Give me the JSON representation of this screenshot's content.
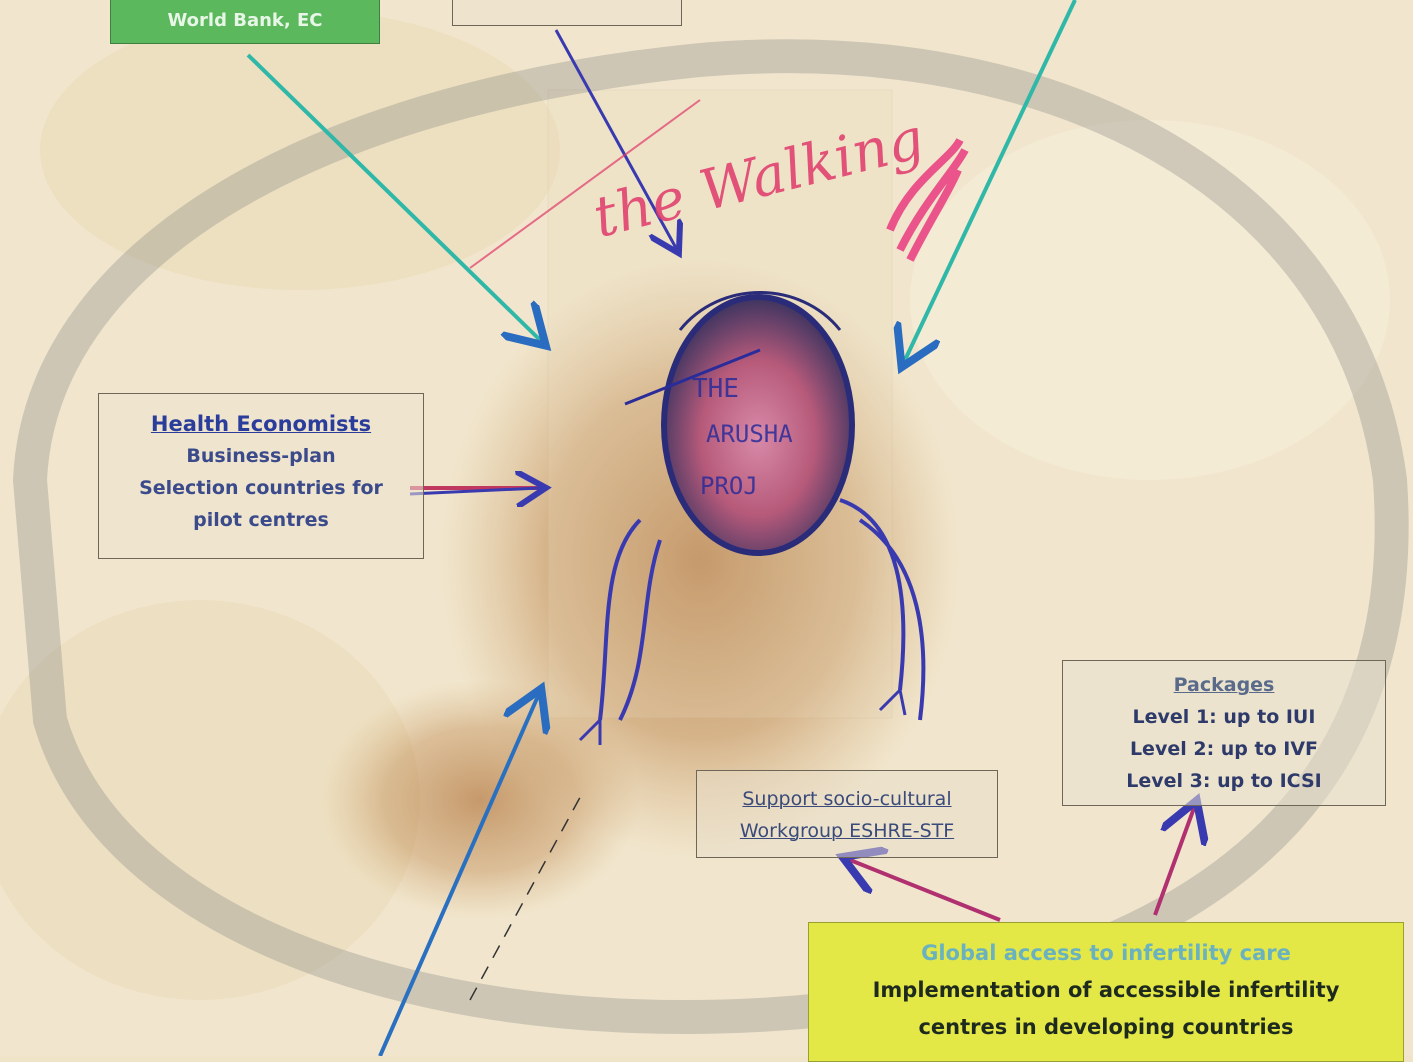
{
  "boxes": {
    "funding": {
      "lines": [
        "World Bank, EC"
      ]
    },
    "economists": {
      "heading": "Health Economists",
      "lines": [
        "Business-plan",
        "Selection countries for",
        "pilot centres"
      ]
    },
    "support": {
      "lines": [
        "Support socio-cultural",
        "Workgroup ESHRE-STF"
      ]
    },
    "packages": {
      "heading": "Packages",
      "lines": [
        "Level 1: up to IUI",
        "Level 2: up to IVF",
        "Level 3:  up to ICSI"
      ]
    },
    "goal": {
      "heading": "Global access to infertility care",
      "lines": [
        "Implementation of  accessible infertility",
        "centres in developing countries"
      ]
    }
  },
  "handwriting": {
    "title": "the Walking",
    "egg_lines": [
      "THE",
      "ARUSHA",
      "PROJ"
    ]
  },
  "colors": {
    "paper": "#efe3c8",
    "green_box": "#5cb85c",
    "yellow_box": "#e3e847",
    "ink_blue": "#3a3ab0",
    "ink_teal": "#2fb7a8",
    "ink_pink": "#e0386a"
  }
}
